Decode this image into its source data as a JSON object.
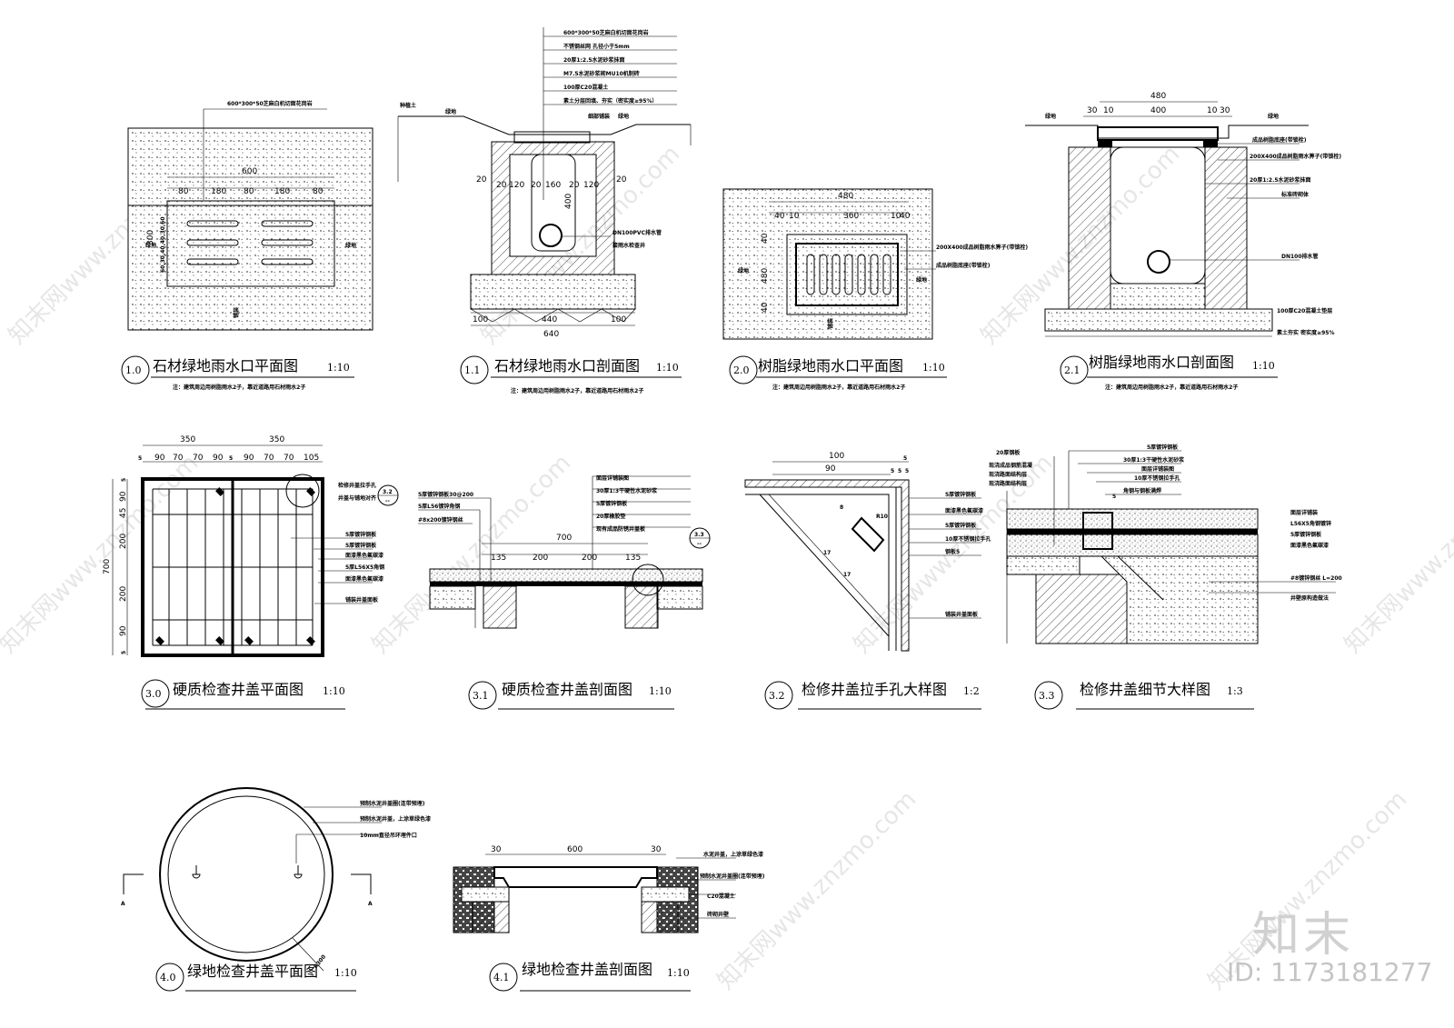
{
  "drawings": [
    {
      "num": "1.0",
      "title": "石材绿地雨水口平面图",
      "scale": "1:10",
      "note": "注：建筑周边用树脂雨水2子，靠近道路用石材雨水2子",
      "labels": {
        "cover": "600*300*50芝麻白机切面花岗岩",
        "dim_total": "600",
        "d1": "80",
        "d2": "180",
        "d3": "80",
        "d4": "180",
        "d5": "80",
        "side_dims": "60,30,40,40,30,60",
        "h300": "300",
        "lawn": "绿地",
        "paving": "铺装"
      }
    },
    {
      "num": "1.1",
      "title": "石材绿地雨水口剖面图",
      "scale": "1:10",
      "note": "注：建筑周边用树脂雨水2子，靠近道路用石材雨水2子",
      "labels": {
        "planting": "种植土",
        "lawn_l": "绿地",
        "lawn_r": "绿地",
        "layers": [
          "600*300*50芝麻白机切面花岗岩",
          "不锈钢丝网 孔径小于5mm",
          "20厚1:2.5水泥砂浆抹面",
          "M7.5水泥砂浆砌MU10机制砖",
          "100厚C20混凝土",
          "素土分层回填、夯实（密实度≥95%）"
        ],
        "grate": "细部铺装",
        "pipe": "DN100PVC排水管",
        "pipe2": "接雨水检查井",
        "d20a": "20",
        "d20b": "20",
        "d120a": "120",
        "d20c": "20",
        "d160": "160",
        "d20d": "20",
        "d120b": "120",
        "h400": "400",
        "b100a": "100",
        "b440": "440",
        "b100b": "100",
        "b640": "640"
      }
    },
    {
      "num": "2.0",
      "title": "树脂绿地雨水口平面图",
      "scale": "1:10",
      "note": "注：建筑周边用树脂雨水2子，靠近道路用石材雨水2子",
      "labels": {
        "w480": "480",
        "d40a": "40",
        "d10a": "10",
        "d360": "360",
        "d10b": "10",
        "d40b": "40",
        "h480": "480",
        "h40a": "40",
        "h40b": "40",
        "l1": "200X400成品树脂雨水箅子(带锁栓)",
        "l2": "成品树脂底座(带锁栓)",
        "lawn_l": "绿地",
        "lawn_r": "绿地",
        "paving": "铺装"
      }
    },
    {
      "num": "2.1",
      "title": "树脂绿地雨水口剖面图",
      "scale": "1:10",
      "note": "注：建筑周边用树脂雨水2子，靠近道路用石材雨水2子",
      "labels": {
        "w480": "480",
        "d30a": "30",
        "d10a": "10",
        "d400": "400",
        "d10b": "10",
        "d30b": "30",
        "lawn_l": "绿地",
        "lawn_r": "绿地",
        "l1": "成品树脂底座(带锁栓)",
        "l2": "200X400成品树脂雨水箅子(带锁栓)",
        "l3": "20厚1:2.5水泥砂浆抹面",
        "l4": "标准砖砌体",
        "l5": "DN100排水管",
        "l6": "100厚C20混凝土垫层",
        "l7": "素土夯实 密实度≥95%"
      }
    },
    {
      "num": "3.0",
      "title": "硬质检查井盖平面图",
      "scale": "1:10",
      "labels": {
        "w350a": "350",
        "w350b": "350",
        "dims": [
          "5",
          "90",
          "70",
          "70",
          "90",
          "5",
          "90",
          "70",
          "70",
          "105"
        ],
        "h700": "700",
        "vdims": [
          "5",
          "90",
          "45",
          "200",
          "200",
          "90",
          "5"
        ],
        "callout": "3.2",
        "callout_dash": "--",
        "l1": "检修井盖拉手孔",
        "l2": "井盖与铺地对齐",
        "l3": "5厚镀锌钢板",
        "l4": "5厚镀锌钢板",
        "l5": "面漆黑色氟碳漆",
        "l6": "5厚L56X5角钢",
        "l7": "面漆黑色氟碳漆",
        "l8": "铺装井盖面板"
      }
    },
    {
      "num": "3.1",
      "title": "硬质检查井盖剖面图",
      "scale": "1:10",
      "labels": {
        "w700": "700",
        "dims": [
          "135",
          "200",
          "200",
          "135"
        ],
        "callout": "3.3",
        "callout_dash": "--",
        "layers": [
          "面层详铺装图",
          "30厚1:3干硬性水泥砂浆",
          "5厚镀锌钢板",
          "20厚橡胶垫",
          "现有成品防锈井盖板"
        ],
        "l1": "5厚镀锌钢板30@200",
        "l2": "5厚L56镀锌角钢",
        "l3": "#8x200镀锌钢丝"
      }
    },
    {
      "num": "3.2",
      "title": "检修井盖拉手孔大样图",
      "scale": "1:2",
      "labels": {
        "w100": "100",
        "w90": "90",
        "d5a": "5",
        "d5b": "5",
        "d5c": "5",
        "d5d": "5",
        "r10": "R10",
        "a": "17",
        "b": "17",
        "c": "8",
        "l1": "5厚镀锌钢板",
        "l2": "面漆黑色氟碳漆",
        "l3": "5厚镀锌钢板",
        "l4": "10厚不锈钢拉手孔",
        "l5": "钢板5",
        "l6": "铺装井盖面板"
      }
    },
    {
      "num": "3.3",
      "title": "检修井盖细节大样图",
      "scale": "1:3",
      "labels": {
        "left": [
          "20厚钢板",
          "现浇成品钢筋混凝",
          "现浇路面结构层",
          "现浇路面结构层"
        ],
        "right_top": [
          "5厚镀锌钢板",
          "30厚1:3干硬性水泥砂浆",
          "面层详铺装图",
          "10厚不锈钢拉手孔",
          "角钢与钢板满焊"
        ],
        "right": [
          "面层详铺装",
          "L56X5角钢镀锌",
          "5厚镀锌钢板",
          "面漆黑色氟碳漆"
        ],
        "d5": "5",
        "bar": "#8镀锌钢丝 L=200",
        "base": "井壁原构造做法"
      }
    },
    {
      "num": "4.0",
      "title": "绿地检查井盖平面图",
      "scale": "1:10",
      "labels": {
        "l1": "预制水泥井盖圈(连带预埋)",
        "l2": "预制水泥井盖，上涂草绿色漆",
        "l3": "10mm直径吊环埋件口",
        "secA1": "A",
        "secA2": "A",
        "r": "R300"
      }
    },
    {
      "num": "4.1",
      "title": "绿地检查井盖剖面图",
      "scale": "1:10",
      "labels": {
        "d30a": "30",
        "d600": "600",
        "d30b": "30",
        "l1": "水泥井盖，上涂草绿色漆",
        "l2": "预制水泥井盖圈(连带预埋)",
        "l3": "C20混凝土",
        "l4": "砖砌井壁"
      }
    }
  ],
  "watermark": {
    "site": "znzmo.com",
    "cn": "知末网www.znzmo.com",
    "logo": "知末",
    "id": "ID: 1173181277"
  }
}
